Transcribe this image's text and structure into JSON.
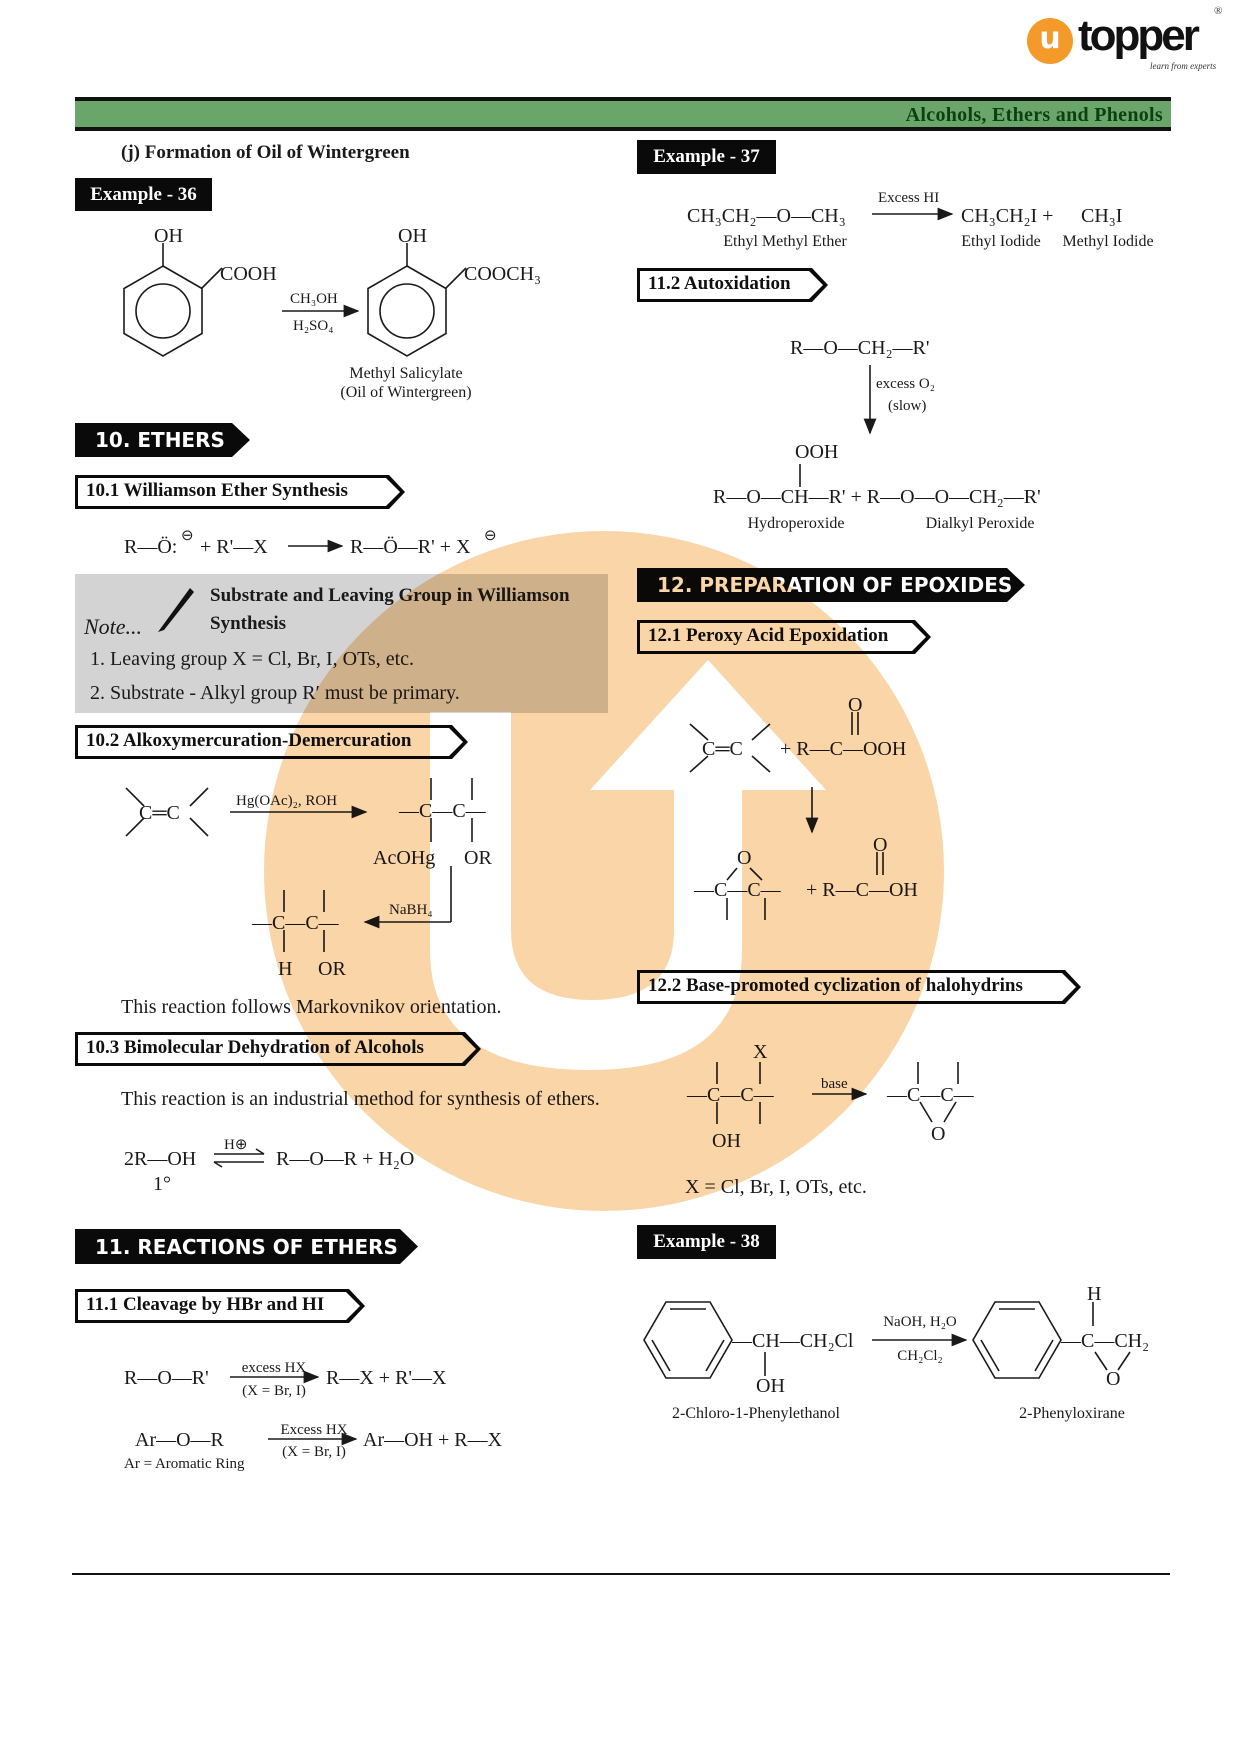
{
  "brand": {
    "logo_letter": "u",
    "name": "topper",
    "tagline": "learn from experts",
    "registered": "®",
    "accent_color": "#f39a2b"
  },
  "header": {
    "chapter_title": "Alcohols, Ethers and Phenols",
    "bar_color": "#6aa66a"
  },
  "left": {
    "wintergreen": {
      "heading": "(j) Formation of Oil of Wintergreen",
      "example_label": "Example - 36",
      "oh1": "OH",
      "cooh": "COOH",
      "reagent_top": "CH₃OH",
      "reagent_bottom": "H₂SO₄",
      "oh2": "OH",
      "cooch3": "COOCH₃",
      "product_name": "Methyl Salicylate",
      "product_alias": "(Oil of Wintergreen)"
    },
    "ethers_section": "10.  ETHERS",
    "williamson": {
      "heading": "10.1  Williamson Ether Synthesis",
      "reactant": "R—Ö:",
      "reactant_charge": "⊖",
      "reagent": "+ R'—X",
      "product": "R—Ö—R' + X",
      "product_charge": "⊖"
    },
    "note": {
      "tag": "Note...",
      "title_line1": "Substrate and Leaving Group in Williamson",
      "title_line2": "Synthesis",
      "items": [
        "1.  Leaving group X = Cl, Br, I, OTs, etc.",
        "2.  Substrate - Alkyl group R′ must be primary."
      ]
    },
    "alkoxymercuration": {
      "heading": "10.2 Alkoxymercuration-Demercuration",
      "alkene": "C═C",
      "reagent1": "Hg(OAc)₂, ROH",
      "intermediate": "—C—C—",
      "int_sub1": "AcOHg",
      "int_sub2": "OR",
      "reagent2": "NaBH₄",
      "product": "—C—C—",
      "prod_sub1": "H",
      "prod_sub2": "OR",
      "remark": "This reaction follows Markovnikov orientation."
    },
    "dehydration": {
      "heading": "10.3 Bimolecular Dehydration of Alcohols",
      "remark": "This reaction is an industrial method for synthesis of ethers.",
      "reactant": "2R—OH",
      "catalyst": "H⊕",
      "product": "R—O—R + H₂O",
      "degree": "1°"
    },
    "reactions_section": "11.  REACTIONS OF ETHERS",
    "cleavage": {
      "heading": "11.1 Cleavage by HBr and HI",
      "eq1_reactant": "R—O—R'",
      "eq1_top": "excess HX",
      "eq1_bottom": "(X = Br, I)",
      "eq1_product": "R—X + R'—X",
      "eq2_reactant": "Ar—O—R",
      "eq2_note": "Ar = Aromatic Ring",
      "eq2_top": "Excess HX",
      "eq2_bottom": "(X = Br, I)",
      "eq2_product": "Ar—OH + R—X"
    }
  },
  "right": {
    "example37": {
      "label": "Example - 37",
      "reactant": "CH₃CH₂—O—CH₃",
      "reagent": "Excess HI",
      "product1": "CH₃CH₂I +",
      "product2": "CH₃I",
      "reactant_name": "Ethyl Methyl Ether",
      "product1_name": "Ethyl Iodide",
      "product2_name": "Methyl Iodide"
    },
    "autoxidation": {
      "heading": "11.2 Autoxidation",
      "reactant": "R—O—CH₂—R'",
      "reagent1": "excess O₂",
      "reagent2": "(slow)",
      "ooh": "OOH",
      "products": "R—O—CH—R' + R—O—O—CH₂—R'",
      "name1": "Hydroperoxide",
      "name2": "Dialkyl Peroxide"
    },
    "epoxides_section": "12.  PREPARATION OF EPOXIDES",
    "peroxy": {
      "heading": "12.1 Peroxy Acid Epoxidation",
      "alkene": "C═C",
      "acid": "+  R—C—OOH",
      "acid_o": "O",
      "epoxide": "—C—C—",
      "epoxide_o": "O",
      "byproduct": "+  R—C—OH",
      "byproduct_o": "O"
    },
    "halohydrin": {
      "heading": "12.2 Base-promoted cyclization of halohydrins",
      "reactant": "—C—C—",
      "x": "X",
      "oh": "OH",
      "reagent": "base",
      "product": "—C—C—",
      "product_o": "O",
      "note": "X = Cl, Br, I, OTs, etc."
    },
    "example38": {
      "label": "Example - 38",
      "chain": "—CH—CH₂Cl",
      "oh": "OH",
      "reagent_top": "NaOH, H₂O",
      "reagent_bottom": "CH₂Cl₂",
      "product_chain": "—C—CH₂",
      "product_h": "H",
      "product_o": "O",
      "reactant_name": "2-Chloro-1-Phenylethanol",
      "product_name": "2-Phenyloxirane"
    }
  }
}
